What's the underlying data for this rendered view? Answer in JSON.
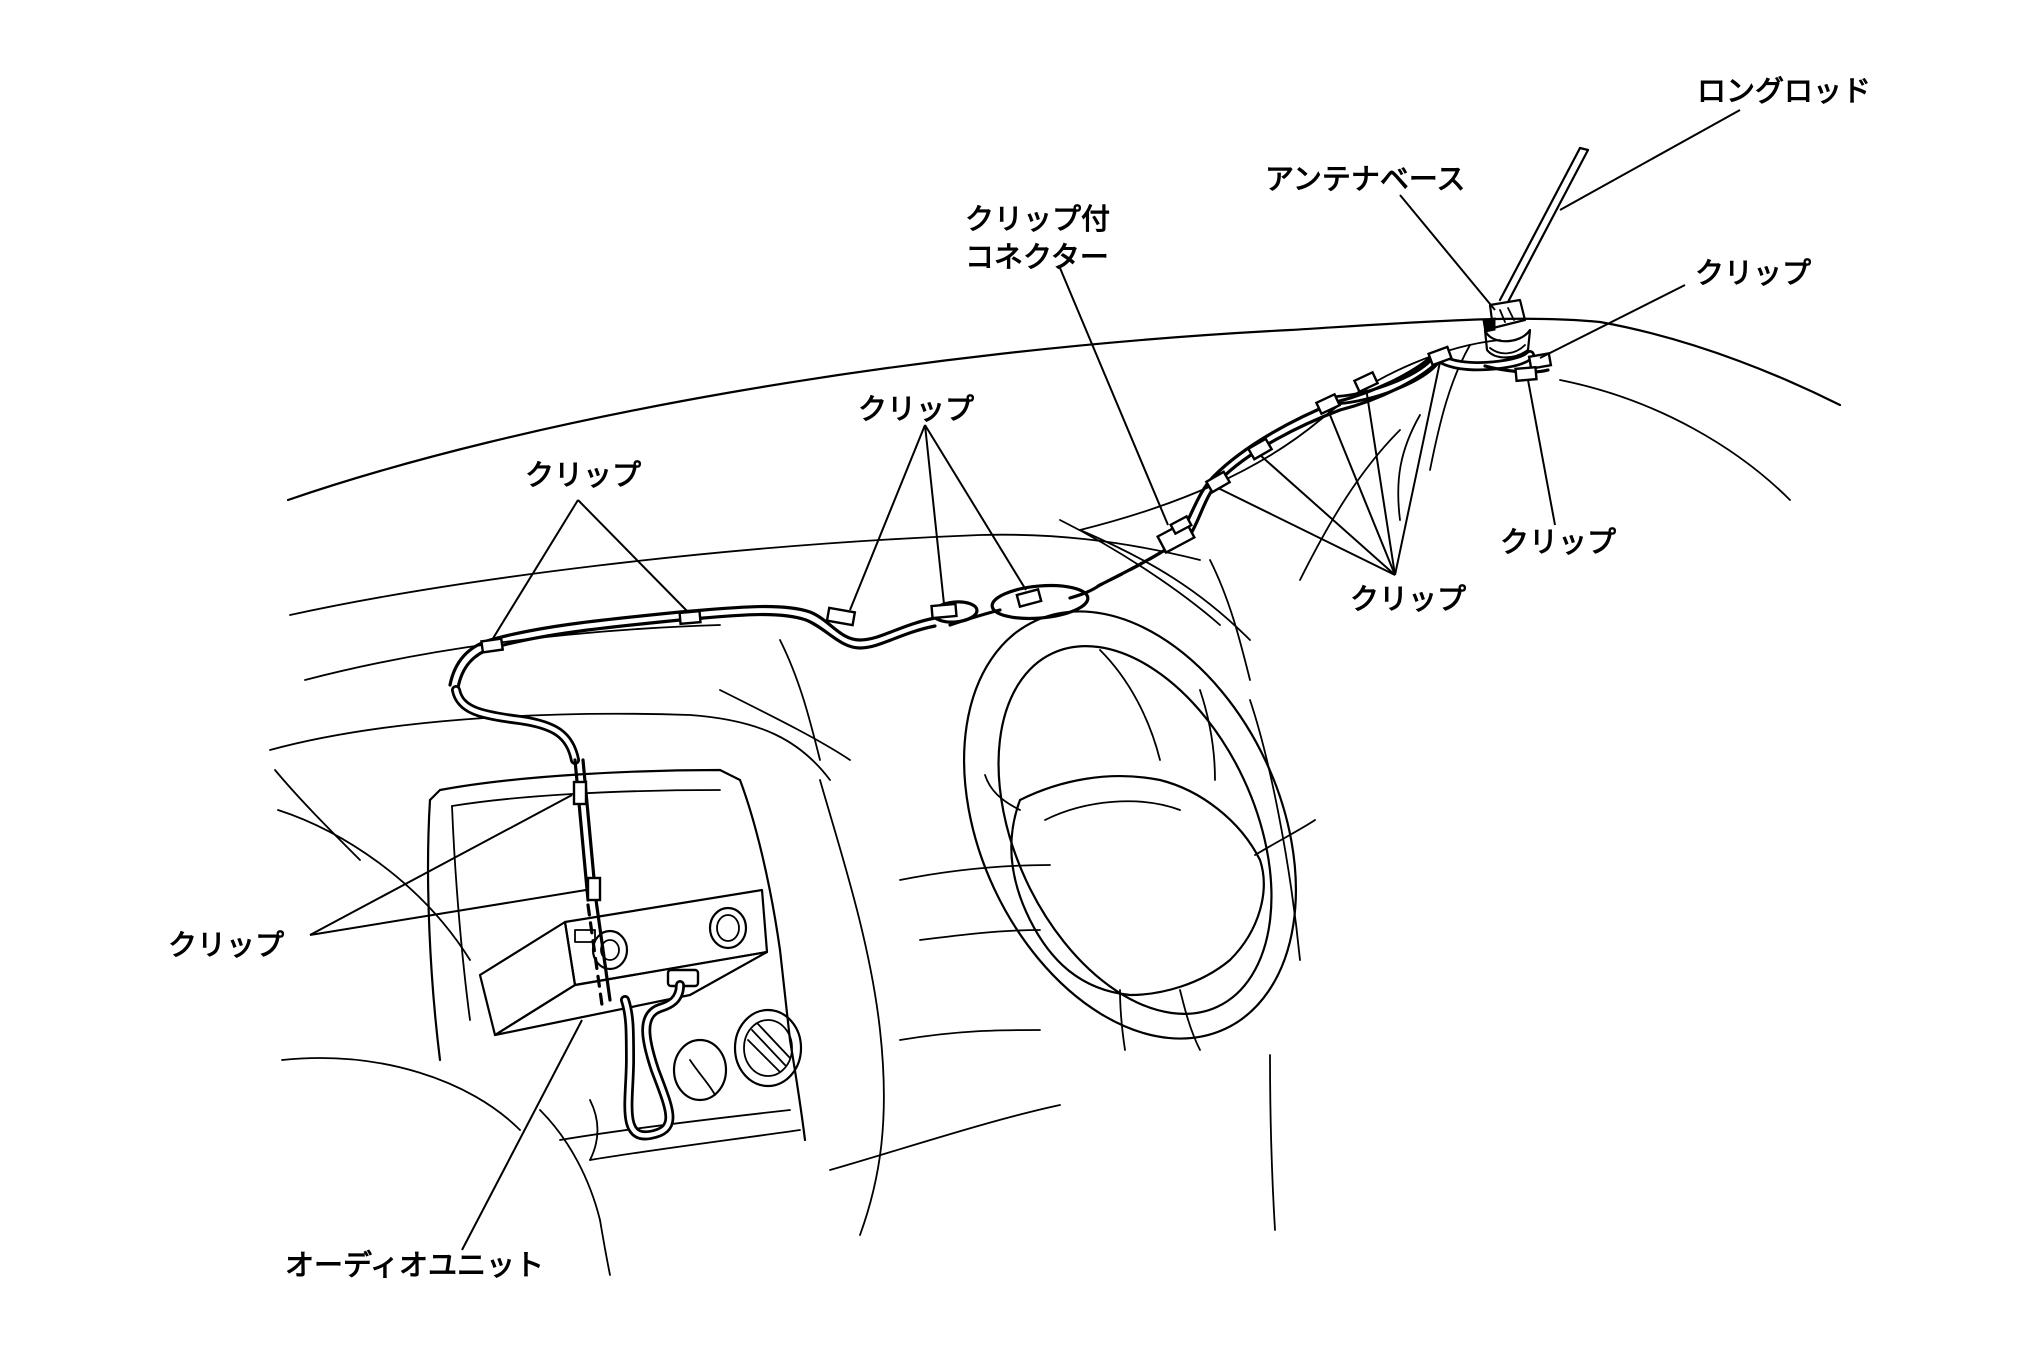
{
  "labels": {
    "long_rod": "ロングロッド",
    "antenna_base": "アンテナベース",
    "clip_connector_line1": "クリップ付",
    "clip_connector_line2": "コネクター",
    "clip_top_right": "クリップ",
    "clip_center": "クリップ",
    "clip_left_top": "クリップ",
    "clip_right_lower": "クリップ",
    "clip_right_group": "クリップ",
    "clip_left_mid": "クリップ",
    "audio_unit": "オーディオユニット"
  }
}
